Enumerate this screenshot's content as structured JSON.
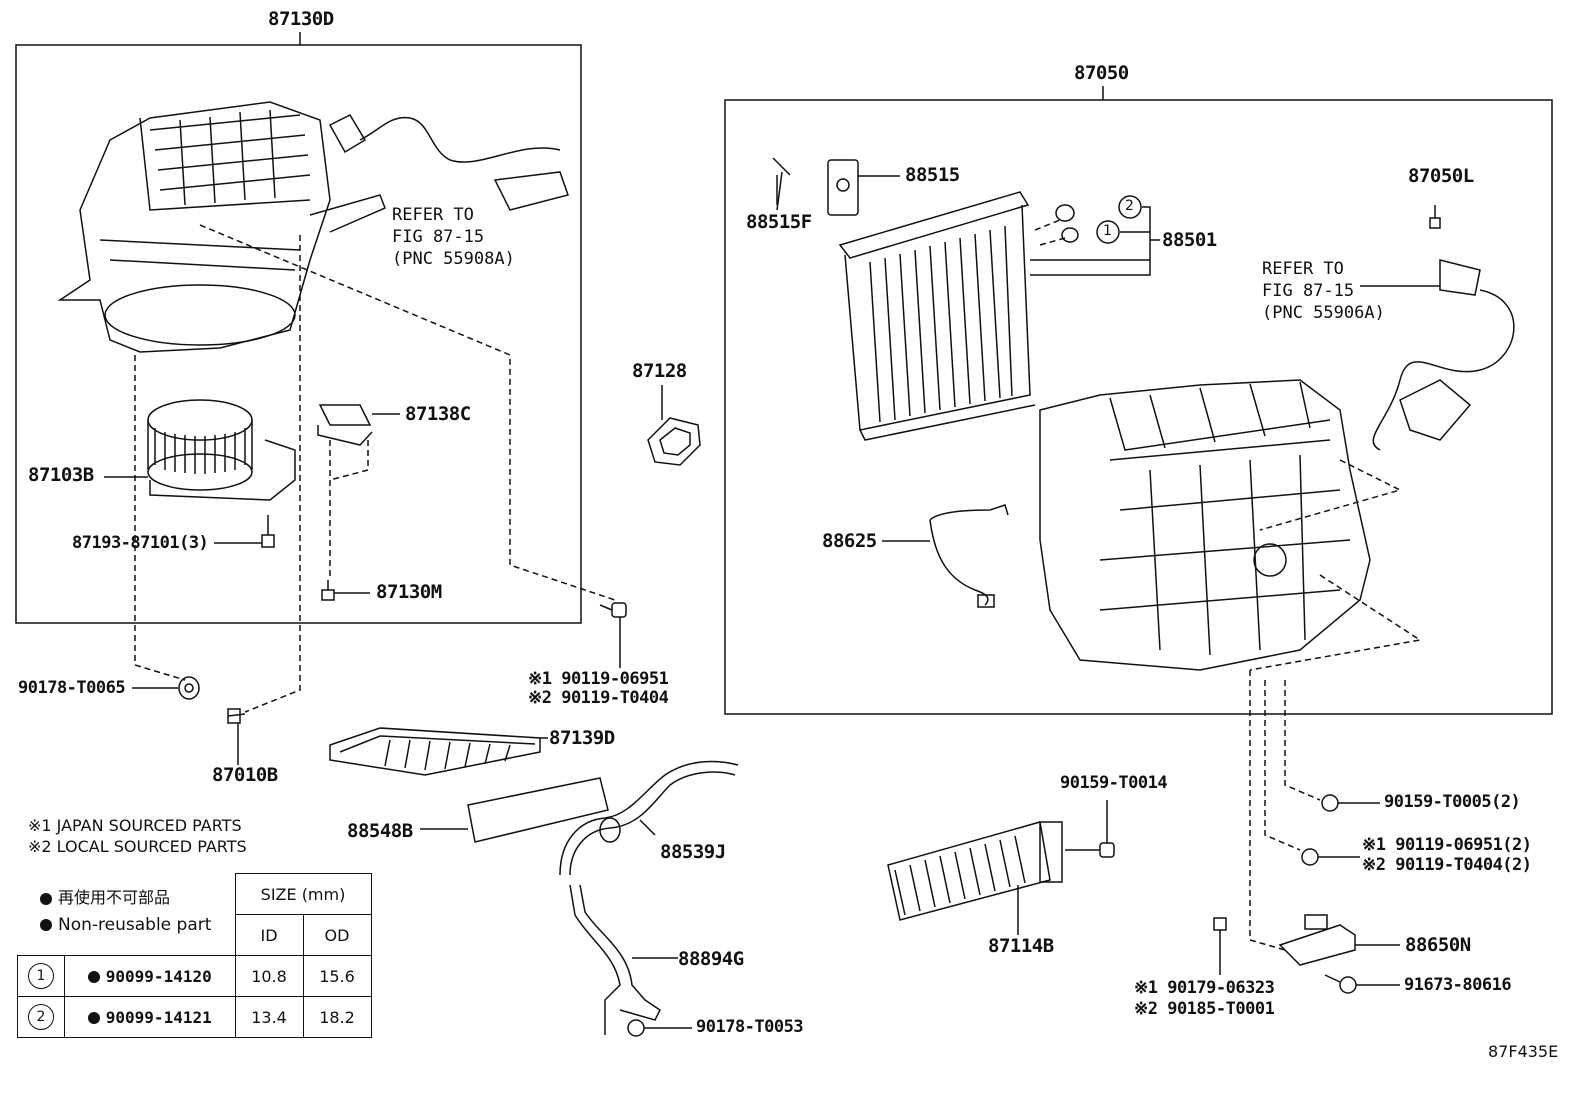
{
  "groups": {
    "blower_unit": "87130D",
    "evaporator_unit": "87050"
  },
  "parts": {
    "p88515": "88515",
    "p88515F": "88515F",
    "p88501": "88501",
    "p87050L": "87050L",
    "p87128": "87128",
    "p87138C": "87138C",
    "p87103B": "87103B",
    "p87193": "87193-87101(3)",
    "p87130M": "87130M",
    "p88625": "88625",
    "p90178a": "90178-T0065",
    "p87010B": "87010B",
    "p87139D": "87139D",
    "p88548B": "88548B",
    "p88539J": "88539J",
    "p88894G": "88894G",
    "p90178b": "90178-T0053",
    "p90159a": "90159-T0014",
    "p87114B": "87114B",
    "p90159b": "90159-T0005(2)",
    "p88650N": "88650N",
    "p91673": "91673-80616",
    "alt1_a": "※1 90119-06951",
    "alt2_a": "※2 90119-T0404",
    "alt1_b": "※1 90119-06951(2)",
    "alt2_b": "※2 90119-T0404(2)",
    "alt1_c": "※1 90179-06323",
    "alt2_c": "※2 90185-T0001"
  },
  "refs": {
    "ref1": [
      "REFER TO",
      "FIG 87-15",
      "(PNC 55908A)"
    ],
    "ref2": [
      "REFER TO",
      "FIG 87-15",
      "(PNC 55906A)"
    ]
  },
  "callouts": {
    "c1": "1",
    "c2": "2"
  },
  "notes": {
    "note1": "※1 JAPAN SOURCED PARTS",
    "note2": "※2 LOCAL SOURCED PARTS"
  },
  "legend": {
    "jp": "再使用不可部品",
    "en": "Non-reusable part",
    "size_header": "SIZE (mm)",
    "id_header": "ID",
    "od_header": "OD",
    "rows": [
      {
        "num": "1",
        "part": "90099-14120",
        "id": "10.8",
        "od": "15.6"
      },
      {
        "num": "2",
        "part": "90099-14121",
        "id": "13.4",
        "od": "18.2"
      }
    ]
  },
  "figure_id": "87F435E"
}
